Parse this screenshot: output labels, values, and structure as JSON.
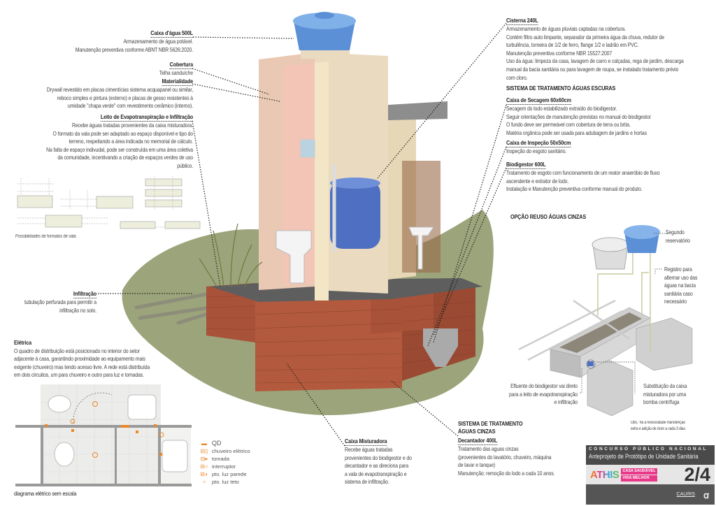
{
  "left": {
    "caixa_agua": {
      "title": "Caixa d'água 500L",
      "lines": [
        "Armazenamento de água potável.",
        "Manutenção preventiva conforme ABNT NBR 5626:2020."
      ]
    },
    "cobertura": {
      "title": "Cobertura",
      "lines": [
        "Telha sanduíche"
      ]
    },
    "materialidade": {
      "title": "Materialidade",
      "lines": [
        "Drywall revestido em placas cimentícias sistema acquapanel ou similar,",
        "reboco simples e pintura (externo) e placas de gesso resistentes à",
        "umidade \"chapa verde\" com revestimento cerâmico (interno)."
      ]
    },
    "leito": {
      "title": "Leito de Evapotranspiração e Infiltração",
      "lines": [
        "Recebe águas tratadas provenientes da caixa misturadora.",
        "O formato da vala pode ser adaptado ao espaço disponível e tipo do",
        "terreno, respeitando a área indicada no memorial de cálculo.",
        "Na falta de espaço indivudal, pode ser construída em uma área coletiva",
        "da comunidade, incentivando a criação de espaços verdes de uso",
        "público."
      ]
    },
    "vala_caption": "Possibilidades de formatos de vala",
    "infiltracao": {
      "title": "Infiltração",
      "lines": [
        "tubulação perfurada para permitir a",
        "infiltração no solo."
      ]
    },
    "eletrica": {
      "title": "Elétrica",
      "lines": [
        "O quadro de distribuição está posicionado no interior do setor",
        "adjacente à casa, garantindo proximidade ao equipamento mais",
        "exigente (chuveiro) mas tendo acesso livre. A rede está distribuída",
        "em dois circuitos, um para chuveiro e outro para luz e tomadas."
      ]
    },
    "plan_caption": "diagrama elétrico sem escala",
    "legend": [
      {
        "symbol": "qd",
        "label": "QD"
      },
      {
        "symbol": "chuveiro",
        "label": "chuveiro elétrico"
      },
      {
        "symbol": "tomada",
        "label": "tomada"
      },
      {
        "symbol": "interruptor",
        "label": "interruptor"
      },
      {
        "symbol": "luz-parede",
        "label": "pto. luz parede"
      },
      {
        "symbol": "luz-teto",
        "label": "pto. luz teto"
      }
    ]
  },
  "right": {
    "cisterna": {
      "title": "Cisterna 240L",
      "lines": [
        "Armazenamento de águas pluviais captadas na cobertura.",
        "Contém filtro auto limpante, separador da primeira água da chuva, redutor de",
        "turbulência, torneira de 1/2 de ferro, flange 1/2 e ladrão em PVC.",
        "Manutenção preventiva conforme NBR 15527:2007",
        "Uso da água: limpeza da casa, lavagem de carro e calçadas, rega de jardim, descarga",
        "manual da bacia sanitária ou para lavagem de roupa, se instalado tratamento prévio",
        "com cloro."
      ]
    },
    "escuras_heading": "SISTEMA DE TRATAMENTO ÁGUAS ESCURAS",
    "secagem": {
      "title": "Caixa de Secagem 60x60cm",
      "lines": [
        "Secagem do lodo estabilizado extraído do biodigestor.",
        "Seguir orientações de manutenção previstas no manual do biodigestor",
        "O fundo deve ser permeável com cobertura de terra ou brita.",
        "Matéria orgânica pode ser usada para adubagem de jardins e hortas"
      ]
    },
    "inspecao": {
      "title": "Caixa de Inspeção 50x50cm",
      "lines": [
        "Inspeção do esgoto sanitário."
      ]
    },
    "biodigestor": {
      "title": "Biodigestor 600L",
      "lines": [
        "Tratamento de esgoto com funcionamento de um reator anaeróbio de fluxo",
        "ascendente e extrator de lodo.",
        "Instalação e Manutenção preventiva conforme manual do produto."
      ]
    },
    "reuso": {
      "heading": "OPÇÃO REUSO ÁGUAS CINZAS",
      "segundo": [
        "Segundo",
        "reservatório"
      ],
      "registro": [
        "Registro para",
        "alternar uso das",
        "águas na bacia",
        "sanitária caso",
        "necessário"
      ],
      "efluente": [
        "Efluente do biodigestor vai direto",
        "para a leito de evapotranspiração",
        "e infiltração"
      ],
      "substituicao": [
        "Substituição da caixa",
        "misturadora por uma",
        "bomba centrífuga"
      ],
      "obs": [
        "Obs.: há a necessidade manutenção",
        "extra e adição de cloro a cada 3 dias."
      ]
    },
    "cinzas_heading": [
      "SISTEMA DE TRATAMENTO",
      "ÁGUAS CINZAS"
    ],
    "decantador": {
      "title": "Decantador 400L",
      "lines": [
        "Tratamento das aguas cinzas",
        "(provenientes do lavatório, chuveiro, máquina",
        "de lavar e tanque)",
        "Manutenção: remoção do lodo a cada 10 anos."
      ]
    }
  },
  "center": {
    "misturadora": {
      "title": "Caixa Misturadora",
      "lines": [
        "Recebe águas tratadas",
        "provenientes do biodigestor e do",
        "decantador e as direciona para",
        "a vala de evapotranspiração e",
        "sistema de infiltração."
      ]
    }
  },
  "title_block": {
    "contest": "CONCURSO PÚBLICO NACIONAL",
    "project": "Anteprojeto de Protótipo de Unidade Sanitária",
    "logo": "ATHIS",
    "tag1": "CASA SAUDÁVEL",
    "tag2": "VIDA MELHOR",
    "page": "2/4",
    "sponsor": "CAU/RS"
  },
  "colors": {
    "accent": "#e8892c",
    "water_tank": "#5b8fd6",
    "brick": "#a9523a",
    "ground": "#8a9463",
    "dark": "#4a4a4a",
    "pink": "#e9388a"
  }
}
